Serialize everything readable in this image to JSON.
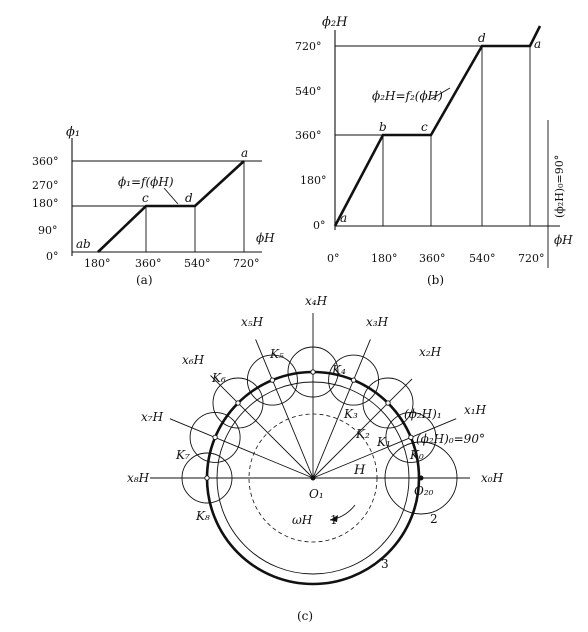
{
  "panel_a": {
    "y_axis_label": "ϕ₁",
    "x_axis_label": "ϕH",
    "y_ticks": [
      "360°",
      "270°",
      "180°",
      "90°",
      "0°"
    ],
    "x_ticks": [
      "180°",
      "360°",
      "540°",
      "720°"
    ],
    "points": [
      "a",
      "b",
      "c",
      "d",
      "a"
    ],
    "equation": "ϕ₁=f(ϕH)",
    "caption": "(a)",
    "profile": [
      [
        0,
        0
      ],
      [
        180,
        0
      ],
      [
        360,
        180
      ],
      [
        540,
        180
      ],
      [
        720,
        360
      ]
    ]
  },
  "panel_b": {
    "y_axis_label": "ϕ₂H",
    "x_axis_label": "ϕH",
    "y_ticks": [
      "720°",
      "540°",
      "360°",
      "180°",
      "0°"
    ],
    "x_ticks": [
      "0°",
      "180°",
      "360°",
      "540°",
      "720°"
    ],
    "points": [
      "a",
      "b",
      "c",
      "d",
      "a"
    ],
    "equation": "ϕ₂H=f₂(ϕH)",
    "side_note": "(ϕ₂H)₀=90°",
    "caption": "(b)",
    "profile": [
      [
        0,
        0
      ],
      [
        180,
        360
      ],
      [
        360,
        360
      ],
      [
        540,
        720
      ],
      [
        720,
        720
      ]
    ]
  },
  "panel_c": {
    "axes": [
      "x₀H",
      "x₁H",
      "x₂H",
      "x₃H",
      "x₄H",
      "x₅H",
      "x₆H",
      "x₇H",
      "x₈H"
    ],
    "points": [
      "K₀",
      "K₁",
      "K₂",
      "K₃",
      "K₄",
      "K₅",
      "K₆",
      "K₇",
      "K₈"
    ],
    "center": "O₁",
    "center2": "O₂₀",
    "H_label": "H",
    "omega": "ωH",
    "num1": "1",
    "num2": "2",
    "num3": "3",
    "phi1_label": "(ϕ₂H)₁",
    "phi0_label": "(ϕ₂H)₀=90°",
    "caption": "(c)"
  }
}
